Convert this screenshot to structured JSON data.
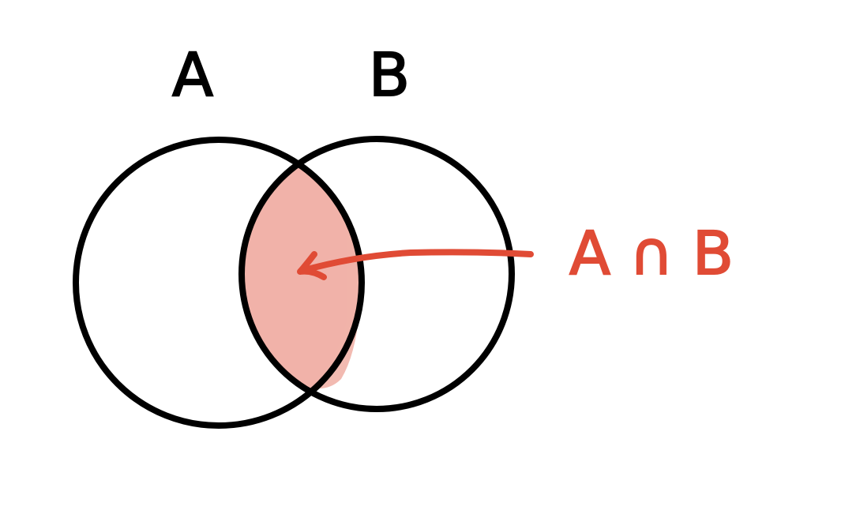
{
  "labels": {
    "set_a": "A",
    "set_b": "B",
    "intersection": "A ∩ B"
  },
  "colors": {
    "outline": "#000000",
    "accent": "#E04B35",
    "intersection_fill": "#F1B2A9",
    "background": "#FFFFFF"
  }
}
